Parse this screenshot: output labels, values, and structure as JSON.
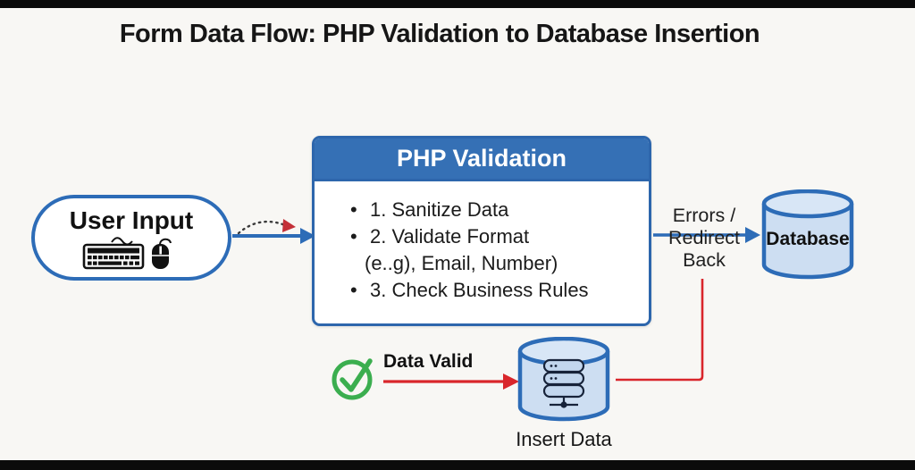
{
  "title": "Form Data Flow: PHP Validation to Database Insertion",
  "user_input": {
    "label": "User Input",
    "icons": [
      "keyboard-icon",
      "mouse-icon"
    ]
  },
  "php_validation": {
    "header": "PHP Validation",
    "items": [
      {
        "bullet": "•",
        "text": "1. Sanitize Data"
      },
      {
        "bullet": "•",
        "text": "2. Validate Format"
      },
      {
        "bullet": "",
        "text": "(e..g), Email, Number)"
      },
      {
        "bullet": "•",
        "text": "3. Check Business Rules"
      }
    ]
  },
  "errors_path": {
    "line1": "Errors /",
    "line2": "Redirect",
    "line3": "Back"
  },
  "valid_path": {
    "label": "Data Valid",
    "icon": "check-circle-icon"
  },
  "database": {
    "label": "Database"
  },
  "insert_data": {
    "label": "Insert Data",
    "icon": "server-stack-icon"
  },
  "colors": {
    "background": "#f8f7f4",
    "letterbox": "#0b0b0b",
    "blue_accent": "#2d6cb7",
    "header_blue": "#3570b5",
    "cylinder_fill": "#cddef2",
    "red_accent": "#d9262b",
    "green_accent": "#3bae4f",
    "text": "#161616"
  }
}
